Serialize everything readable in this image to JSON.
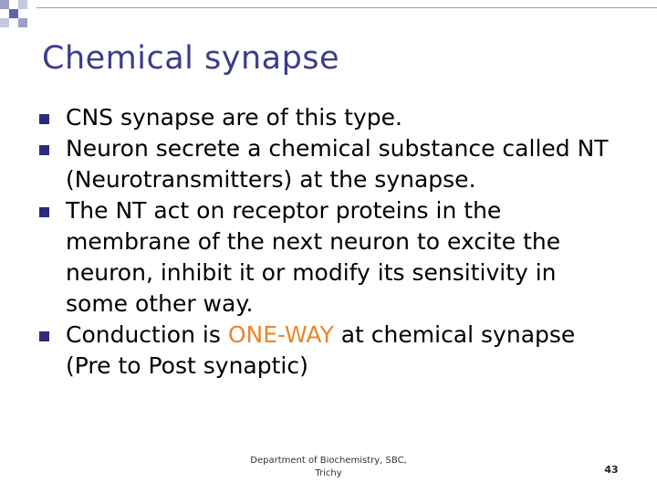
{
  "slide": {
    "title": "Chemical synapse",
    "bullets": [
      {
        "text": "CNS synapse are of this type."
      },
      {
        "text": " Neuron secrete a chemical substance called NT (Neurotransmitters) at the synapse."
      },
      {
        "text": " The NT act on receptor proteins in the membrane of the next neuron to excite the neuron, inhibit it or modify its sensitivity in some other way."
      },
      {
        "before": " Conduction is ",
        "highlight": "ONE-WAY",
        "after": " at chemical synapse (Pre to Post synaptic)"
      }
    ],
    "footer_line1": "Department of Biochemistry, SBC,",
    "footer_line2": "Trichy",
    "page_number": "43",
    "colors": {
      "title": "#3c3c8e",
      "bullet": "#2c2c78",
      "highlight": "#e8862a"
    }
  }
}
